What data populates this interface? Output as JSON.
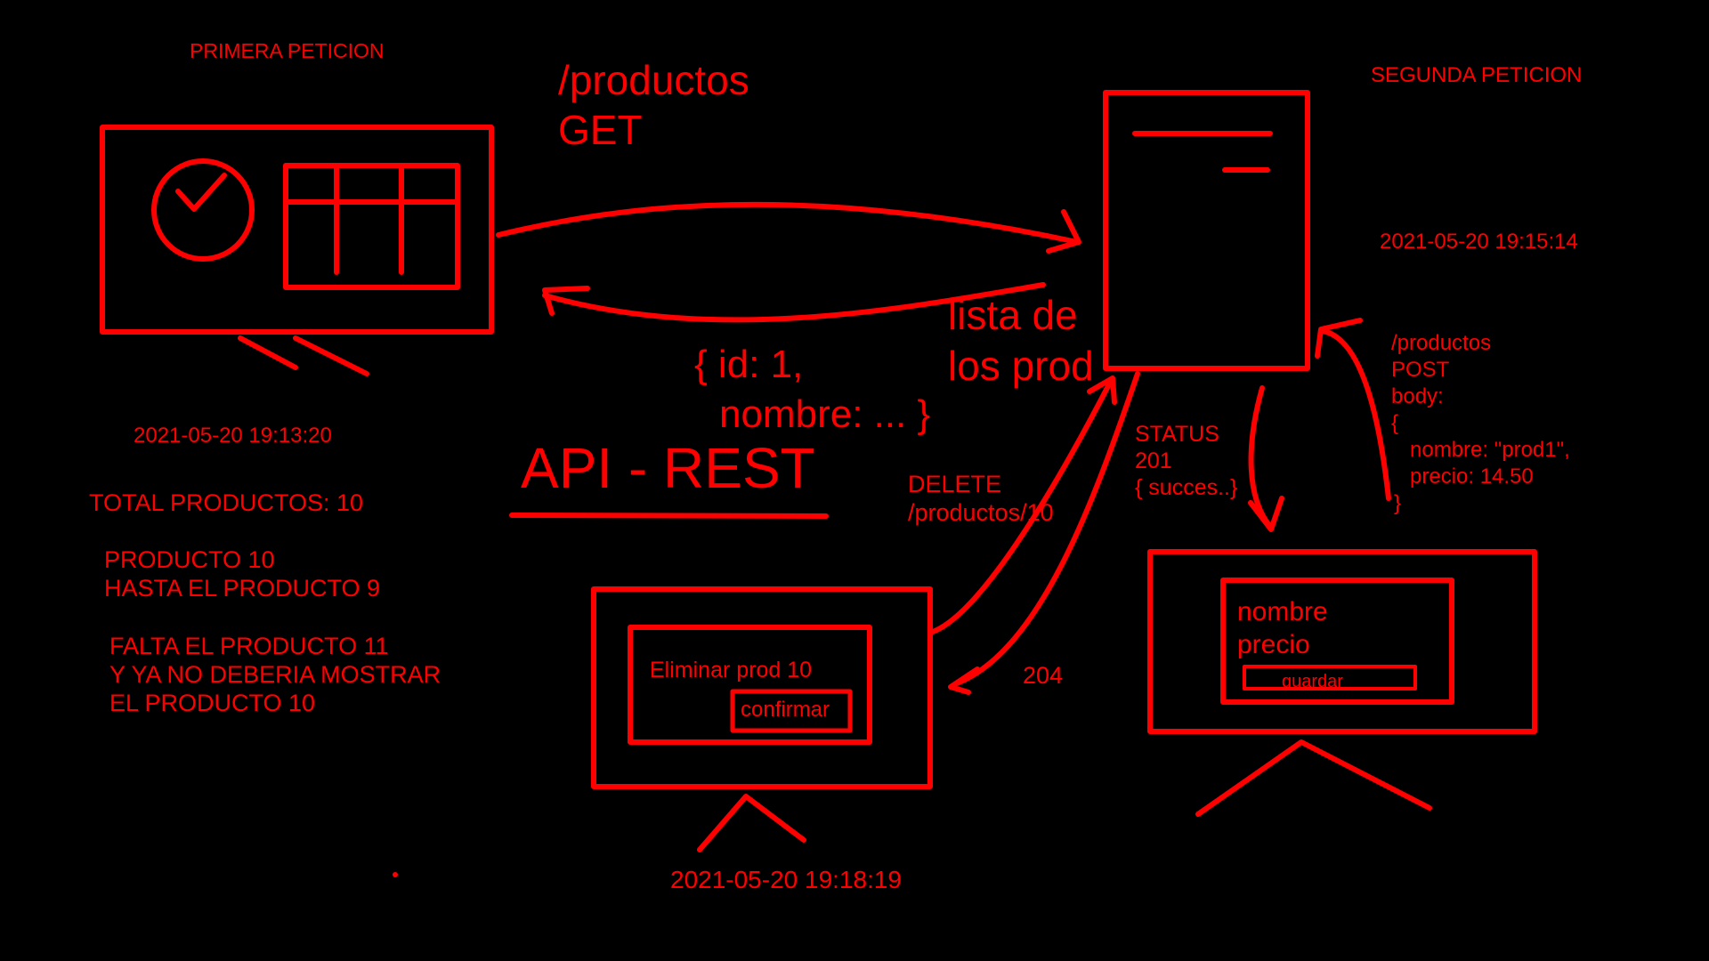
{
  "colors": {
    "background": "#000000",
    "ink": "#ff0000"
  },
  "labels": {
    "first_request": "PRIMERA PETICION",
    "second_request": "SEGUNDA PETICION",
    "get_path": "/productos",
    "get_method": "GET",
    "response_list_1": "lista de",
    "response_list_2": "los prod",
    "json_line_1": "{ id: 1,",
    "json_line_2": "nombre: ... }",
    "api_title": "API - REST",
    "timestamp_1": "2021-05-20 19:13:20",
    "timestamp_2": "2021-05-20 19:15:14",
    "timestamp_3": "2021-05-20 19:18:19",
    "total_products": "TOTAL PRODUCTOS: 10",
    "note_1_line_1": "PRODUCTO 10",
    "note_1_line_2": "HASTA EL PRODUCTO 9",
    "note_2_line_1": "FALTA EL PRODUCTO 11",
    "note_2_line_2": "Y YA NO DEBERIA MOSTRAR",
    "note_2_line_3": "EL PRODUCTO 10",
    "delete_method": "DELETE",
    "delete_path": "/productos/10",
    "delete_status": "204",
    "status_label": "STATUS",
    "status_code": "201",
    "status_body": "{ succes..}",
    "post_path": "/productos",
    "post_method": "POST",
    "post_body": "body:",
    "post_open": "{",
    "post_field_1": "nombre: \"prod1\",",
    "post_field_2": "precio: 14.50",
    "post_close": "}",
    "delete_dialog_text": "Eliminar prod 10",
    "delete_confirm": "confirmar",
    "form_field_1": "nombre",
    "form_field_2": "precio",
    "form_save": "guardar"
  }
}
